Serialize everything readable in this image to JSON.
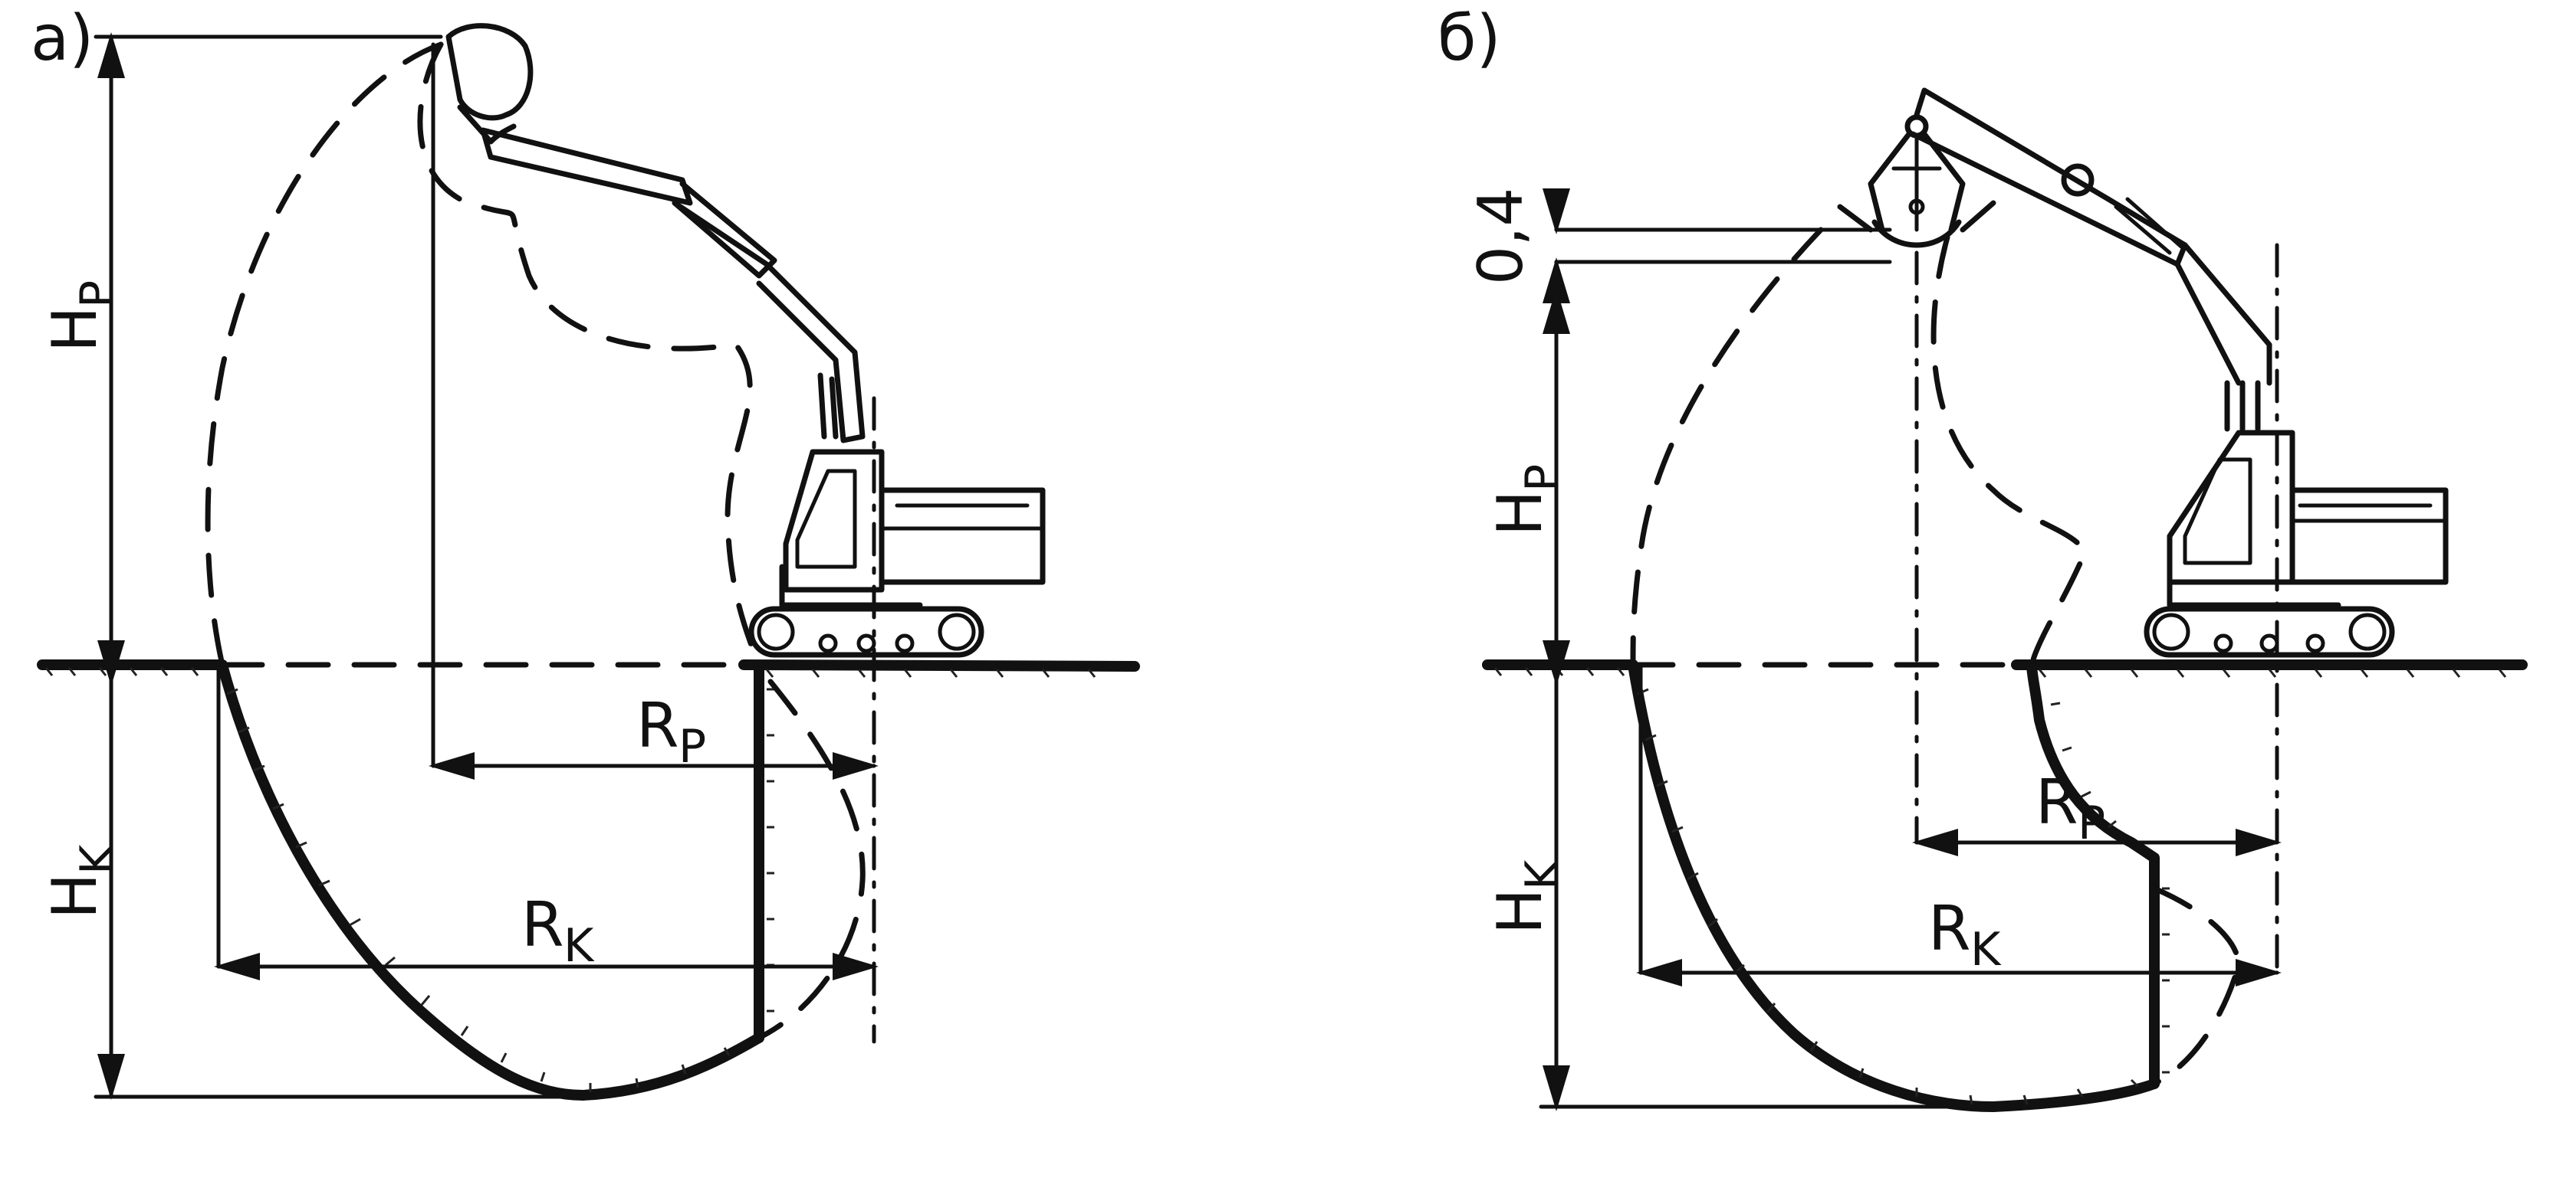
{
  "panel_a": {
    "label": "а)",
    "height_dig_label": "H",
    "height_dig_sub": "P",
    "depth_dig_label": "H",
    "depth_dig_sub": "K",
    "radius_dig_label": "R",
    "radius_dig_sub": "P",
    "radius_cut_label": "R",
    "radius_cut_sub": "K"
  },
  "panel_b": {
    "label": "б)",
    "offset_label": "0,4",
    "height_dig_label": "H",
    "height_dig_sub": "P",
    "depth_dig_label": "H",
    "depth_dig_sub": "K",
    "radius_dig_label": "R",
    "radius_dig_sub": "P",
    "radius_cut_label": "R",
    "radius_cut_sub": "K"
  },
  "icons": [
    "excavator-backhoe-icon",
    "excavator-grab-icon"
  ]
}
